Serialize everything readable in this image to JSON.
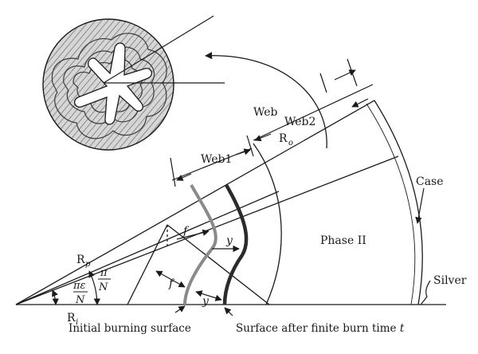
{
  "labels": {
    "web": "Web",
    "web1": "Web1",
    "web2": "Web2",
    "r_o": "R",
    "r_o_sub": "o",
    "case": "Case",
    "phase": "Phase II",
    "silver": "Silver",
    "f_upper": "f",
    "f_lower": "f",
    "y_upper": "y",
    "y_lower": "y",
    "r_p": "R",
    "r_p_sub": "p",
    "r_i": "R",
    "r_i_sub": "i",
    "pi_eps_num": "πε",
    "pi_eps_den": "N",
    "pi_num": "π",
    "pi_den": "N",
    "initial_surface": "Initial burning surface",
    "finite_surface": "Surface after finite burn time ",
    "finite_surface_t": "t"
  },
  "colors": {
    "ink": "#1a1a1a",
    "initial_surface": "#8a8a8a",
    "burned_surface": "#2b2b2b"
  }
}
